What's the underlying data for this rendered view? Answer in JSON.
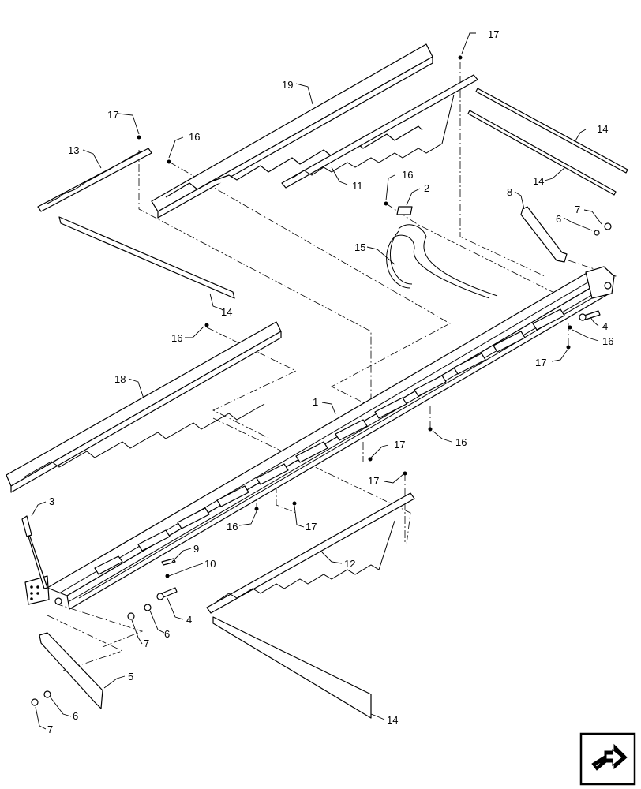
{
  "callouts": [
    {
      "id": "c17a",
      "label": "17"
    },
    {
      "id": "c19",
      "label": "19"
    },
    {
      "id": "c17b",
      "label": "17"
    },
    {
      "id": "c13",
      "label": "13"
    },
    {
      "id": "c16a",
      "label": "16"
    },
    {
      "id": "c14a",
      "label": "14"
    },
    {
      "id": "c14b",
      "label": "14"
    },
    {
      "id": "c11",
      "label": "11"
    },
    {
      "id": "c16b",
      "label": "16"
    },
    {
      "id": "c2",
      "label": "2"
    },
    {
      "id": "c8",
      "label": "8"
    },
    {
      "id": "c7a",
      "label": "7"
    },
    {
      "id": "c6a",
      "label": "6"
    },
    {
      "id": "c15",
      "label": "15"
    },
    {
      "id": "c14c",
      "label": "14"
    },
    {
      "id": "c4a",
      "label": "4"
    },
    {
      "id": "c16c",
      "label": "16"
    },
    {
      "id": "c16d",
      "label": "16"
    },
    {
      "id": "c17c",
      "label": "17"
    },
    {
      "id": "c18",
      "label": "18"
    },
    {
      "id": "c1",
      "label": "1"
    },
    {
      "id": "c17d",
      "label": "17"
    },
    {
      "id": "c16e",
      "label": "16"
    },
    {
      "id": "c17e",
      "label": "17"
    },
    {
      "id": "c3",
      "label": "3"
    },
    {
      "id": "c16f",
      "label": "16"
    },
    {
      "id": "c17f",
      "label": "17"
    },
    {
      "id": "c9",
      "label": "9"
    },
    {
      "id": "c10",
      "label": "10"
    },
    {
      "id": "c12",
      "label": "12"
    },
    {
      "id": "c4b",
      "label": "4"
    },
    {
      "id": "c6b",
      "label": "6"
    },
    {
      "id": "c7b",
      "label": "7"
    },
    {
      "id": "c5",
      "label": "5"
    },
    {
      "id": "c6c",
      "label": "6"
    },
    {
      "id": "c7c",
      "label": "7"
    },
    {
      "id": "c14d",
      "label": "14"
    }
  ],
  "icons": {
    "nav": "next-page-arrow-icon"
  }
}
